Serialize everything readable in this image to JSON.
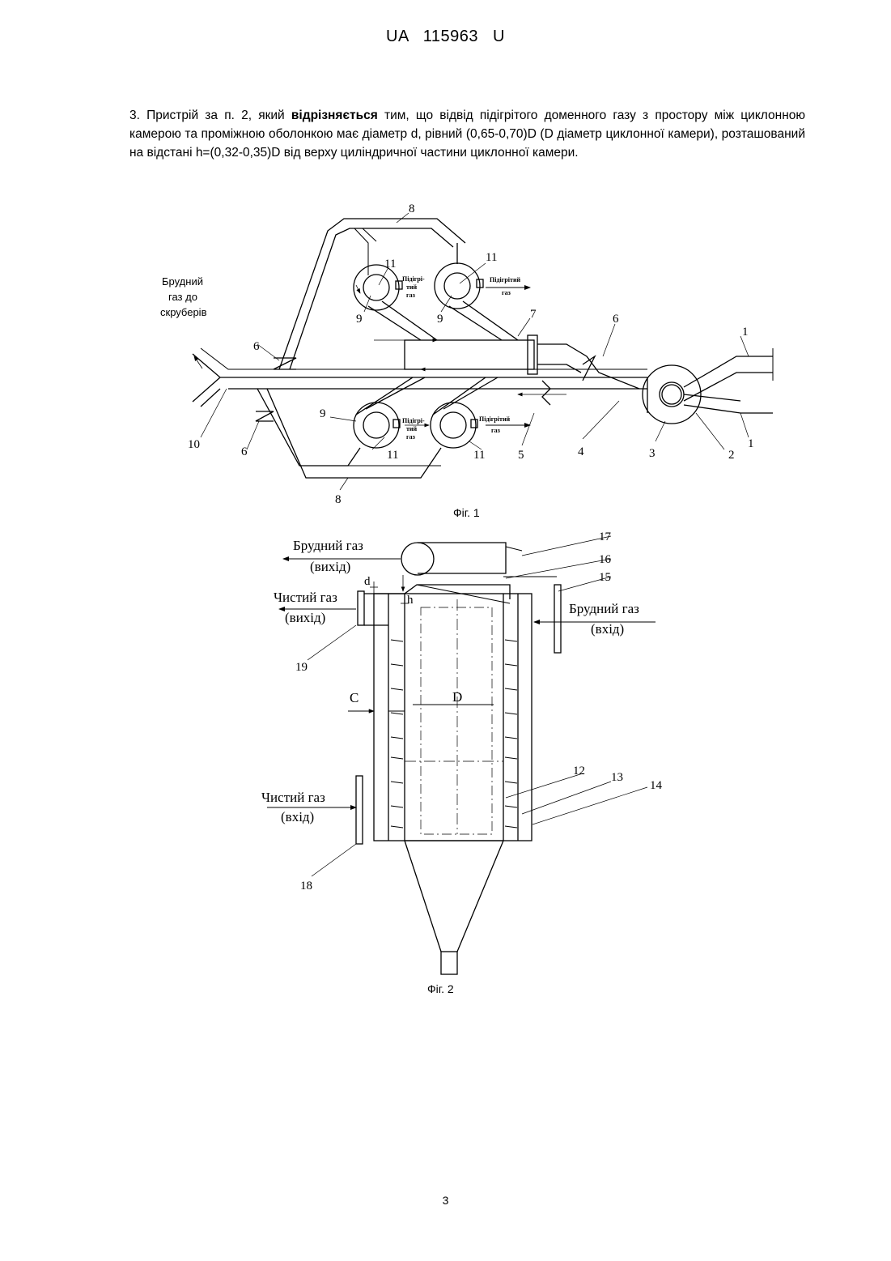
{
  "header": {
    "doc_id": "UA   115963   U"
  },
  "claim": {
    "before": "3. Пристрій за п. 2, який ",
    "bold": "відрізняється",
    "after": " тим, що відвід підігрітого доменного газу з простору між циклонною камерою та проміжною оболонкою має діаметр d, рівний (0,65-0,70)D (D діаметр циклонної камери), розташований на відстані h=(0,32-0,35)D від верху циліндричної частини циклонної камери."
  },
  "fig1": {
    "caption": "Фіг. 1",
    "dirty_gas_line1": "Брудний",
    "dirty_gas_line2": "газ до",
    "dirty_gas_line3": "скруберів",
    "heated_gas_a1": "Підігрі-",
    "heated_gas_a2": "тий",
    "heated_gas_a3": "газ",
    "heated_gas_b1": "Підігрітий",
    "heated_gas_b2": "газ",
    "labels": {
      "n1a": "1",
      "n1b": "1",
      "n2": "2",
      "n3": "3",
      "n4": "4",
      "n5": "5",
      "n6a": "6",
      "n6b": "6",
      "n6c": "6",
      "n7": "7",
      "n8a": "8",
      "n8b": "8",
      "n9a": "9",
      "n9b": "9",
      "n9c": "9",
      "n10": "10",
      "n11a": "11",
      "n11b": "11",
      "n11c": "11",
      "n11d": "11"
    }
  },
  "fig2": {
    "caption": "Фіг. 2",
    "dirty_out1": "Брудний газ",
    "dirty_out2": "(вихід)",
    "clean_out1": "Чистий газ",
    "clean_out2": "(вихід)",
    "dirty_in1": "Брудний газ",
    "dirty_in2": "(вхід)",
    "clean_in1": "Чистий газ",
    "clean_in2": "(вхід)",
    "dim_d": "d",
    "dim_h": "h",
    "dim_C": "C",
    "dim_D": "D",
    "labels": {
      "n12": "12",
      "n13": "13",
      "n14": "14",
      "n15": "15",
      "n16": "16",
      "n17": "17",
      "n18": "18",
      "n19": "19"
    }
  },
  "page_number": "3"
}
